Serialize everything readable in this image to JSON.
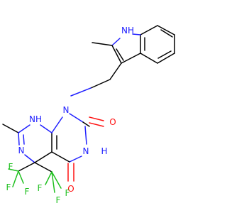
{
  "atoms": {
    "indole_nh": "NH",
    "n1": "N",
    "nh_ring": "NH",
    "n_imine": "N",
    "n3": "N",
    "nh_amide": "H",
    "o_c2": "O",
    "o_c4": "O",
    "f1": "F",
    "f2": "F",
    "f3": "F",
    "f4": "F",
    "f5": "F",
    "f6": "F"
  },
  "colors": {
    "carbon_bond": "#000000",
    "nitrogen": "#2020ff",
    "oxygen": "#ff1010",
    "fluorine": "#20c020",
    "background": "#ffffff"
  }
}
